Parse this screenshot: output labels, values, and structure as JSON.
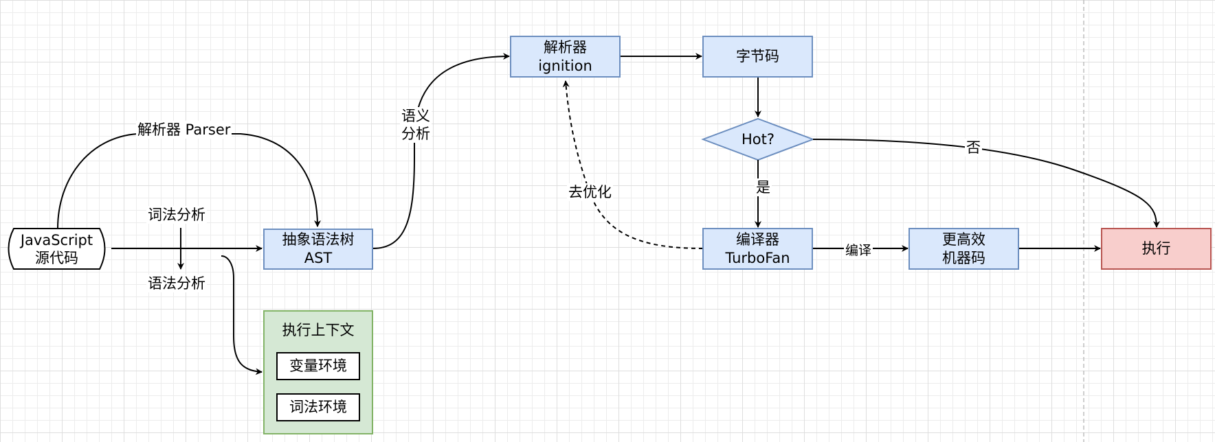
{
  "nodes": {
    "source_line1": "JavaScript",
    "source_line2": "源代码",
    "ast": "抽象语法树\nAST",
    "context_title": "执行上下文",
    "var_env": "变量环境",
    "lex_env": "词法环境",
    "ignition": "解析器\nignition",
    "bytecode": "字节码",
    "hot": "Hot?",
    "turbofan": "编译器\nTurboFan",
    "machine_code": "更高效\n机器码",
    "execute": "执行"
  },
  "labels": {
    "parser": "解析器 Parser",
    "lexical": "词法分析",
    "syntax": "语法分析",
    "semantic": "语义\n分析",
    "deopt": "去优化",
    "no": "否",
    "yes": "是",
    "compile": "编译"
  },
  "colors": {
    "process_fill": "#dae8fc",
    "process_stroke": "#6c8ebf",
    "execute_fill": "#f8cecc",
    "execute_stroke": "#b85450",
    "context_fill": "#d5e8d4",
    "context_stroke": "#82b366"
  }
}
